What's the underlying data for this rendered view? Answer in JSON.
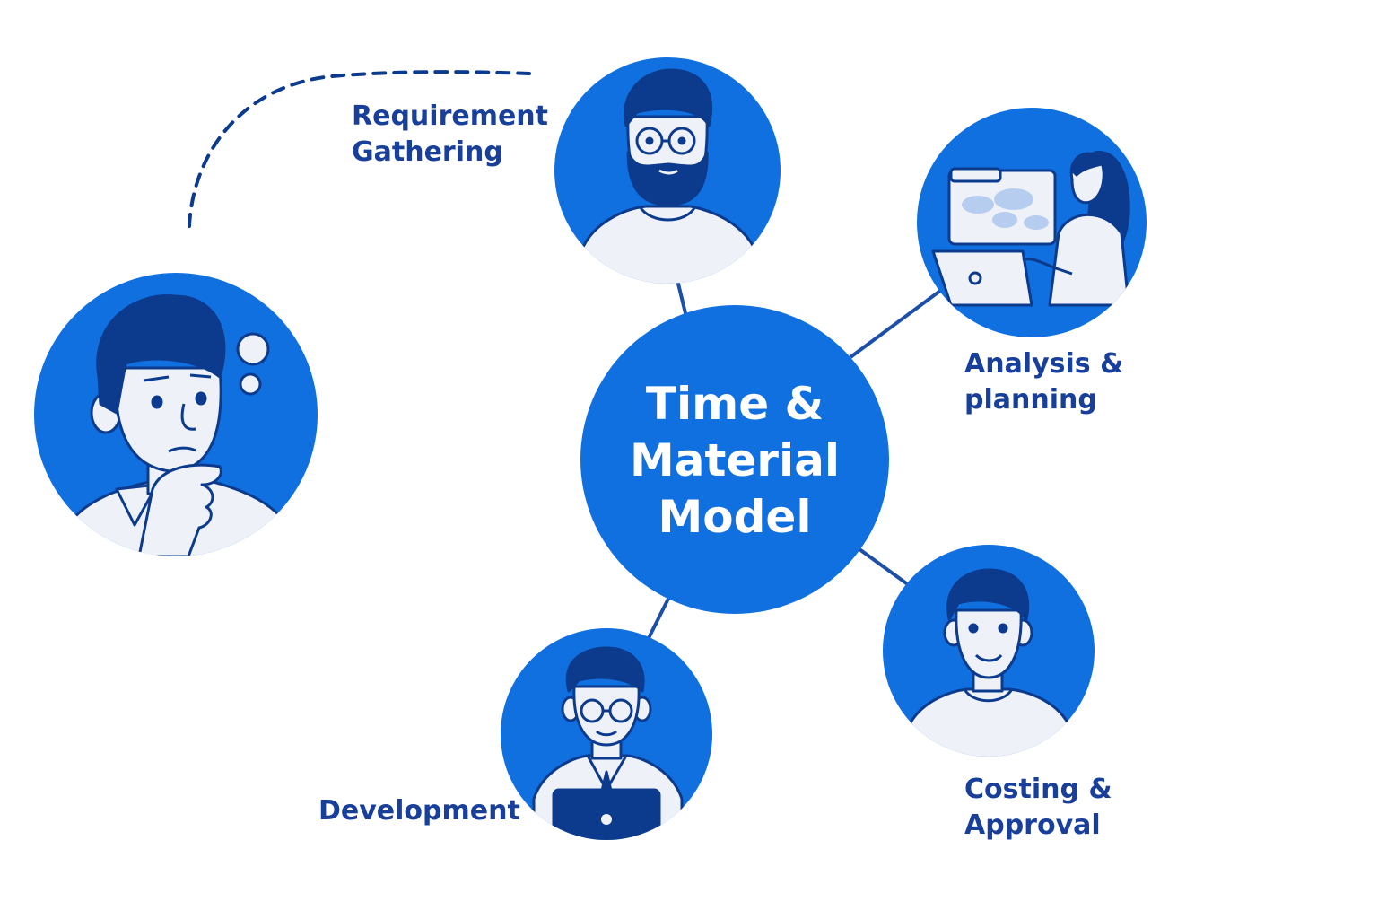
{
  "center": {
    "line1": "Time &",
    "line2": "Material",
    "line3": "Model"
  },
  "stages": {
    "requirement": {
      "line1": "Requirement",
      "line2": "Gathering"
    },
    "analysis": {
      "line1": "Analysis &",
      "line2": "planning"
    },
    "costing": {
      "line1": "Costing &",
      "line2": "Approval"
    },
    "development": {
      "line1": "Development"
    }
  },
  "colors": {
    "primary": "#1170e0",
    "dark": "#0c3a8c",
    "label": "#183f9a",
    "skin": "#eef2f8"
  },
  "icons": [
    "thinking-person-icon",
    "bearded-man-icon",
    "woman-laptop-icon",
    "smiling-man-icon",
    "developer-icon"
  ]
}
